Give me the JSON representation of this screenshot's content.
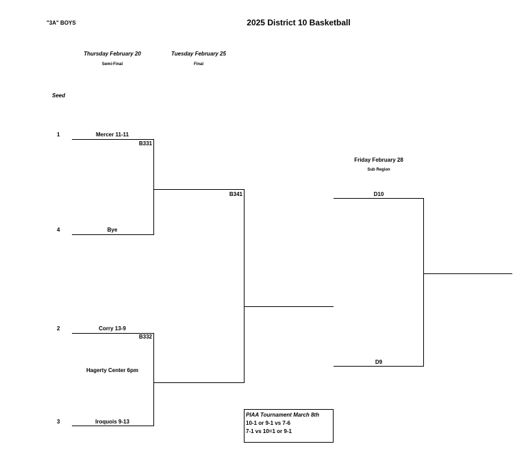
{
  "header": {
    "division": "\"3A\" BOYS",
    "title": "2025 District 10 Basketball"
  },
  "rounds": {
    "semi_date": "Thursday February 20",
    "semi_name": "Semi-Final",
    "final_date": "Tuesday February 25",
    "final_name": "Final",
    "subregion_date": "Friday February 28",
    "subregion_name": "Sub Region"
  },
  "seed_header": "Seed",
  "seeds": [
    "1",
    "4",
    "2",
    "3"
  ],
  "teams": [
    "Mercer 11-11",
    "Bye",
    "Corry 13-9",
    "Iroquois 9-13"
  ],
  "games": {
    "g1": "B331",
    "g2": "B332",
    "final": "B341",
    "sub_top": "D10",
    "sub_bottom": "D9"
  },
  "venue": "Hagerty Center 6pm",
  "piaa_box": {
    "title": "PIAA Tournament March 8th",
    "line1": "10-1 or 9-1 vs 7-6",
    "line2": "7-1 vs 10=1 or 9-1"
  }
}
